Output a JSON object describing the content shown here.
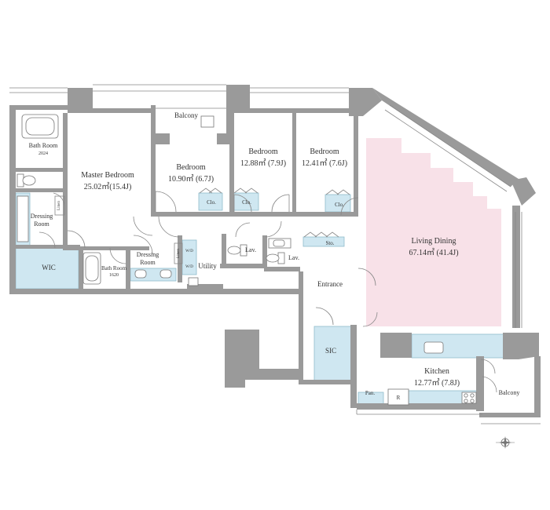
{
  "rooms": {
    "balcony_top": "Balcony",
    "balcony_right": "Balcony",
    "bath_room_1": {
      "name": "Bath Room",
      "size": "2024"
    },
    "bath_room_2": {
      "name": "Bath Room",
      "size": "1620"
    },
    "master_bedroom": {
      "name": "Master Bedroom",
      "area": "25.02㎡(15.4J)"
    },
    "bedroom_1": {
      "name": "Bedroom",
      "area": "10.90㎡ (6.7J)"
    },
    "bedroom_2": {
      "name": "Bedroom",
      "area": "12.88㎡ (7.9J)"
    },
    "bedroom_3": {
      "name": "Bedroom",
      "area": "12.41㎡ (7.6J)"
    },
    "living_dining": {
      "name": "Living Dining",
      "area": "67.14㎡ (41.4J)"
    },
    "kitchen": {
      "name": "Kitchen",
      "area": "12.77㎡ (7.8J)"
    },
    "dressing_room_1": {
      "line1": "Dressing",
      "line2": "Room"
    },
    "dressing_room_2": {
      "line1": "Dressing",
      "line2": "Room"
    },
    "wic": "WIC",
    "sic": "SIC",
    "utility": "Utility",
    "entrance": "Entrance",
    "lav_1": "Lav.",
    "lav_2": "Lav.",
    "linen_1": "Linen",
    "linen_2": "Linen",
    "clo_1": "Clo.",
    "clo_2": "Clo.",
    "clo_3": "Clo.",
    "sto": "Sto.",
    "pan": "Pan.",
    "refrigerator": "R",
    "wd_1": "W/D",
    "wd_2": "W/D"
  },
  "colors": {
    "wall": "#9a9a9a",
    "living_floor": "#f8e1e8",
    "wet_area": "#cfe7f1"
  },
  "icons": {
    "compass": "compass-rose-icon"
  }
}
